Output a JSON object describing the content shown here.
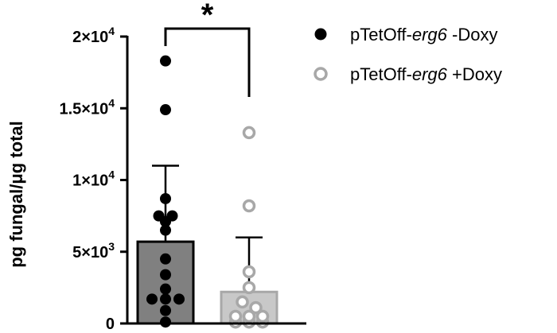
{
  "chart_data": {
    "type": "bar",
    "ylabel": "pg fungal/μg total",
    "ylim": [
      0,
      20000
    ],
    "yticks": [
      {
        "value": 0,
        "label": "0"
      },
      {
        "value": 5000,
        "label": "5×10",
        "exp": "3"
      },
      {
        "value": 10000,
        "label": "1×10",
        "exp": "4"
      },
      {
        "value": 15000,
        "label": "1.5×10",
        "exp": "4"
      },
      {
        "value": 20000,
        "label": "2×10",
        "exp": "4"
      }
    ],
    "grid": false,
    "legend_position": "top-right",
    "significance": "*",
    "series": [
      {
        "name_prefix": "pTetOff-",
        "name_gene": "erg6",
        "name_suffix": "  -Doxy",
        "mean": 5700,
        "error": 5300,
        "bar_color": "#808080",
        "marker": "filled",
        "marker_color": "#000000",
        "points": [
          18300,
          14900,
          8700,
          7500,
          7500,
          7100,
          6500,
          4500,
          3400,
          2400,
          1700,
          1700,
          1700,
          900,
          100
        ]
      },
      {
        "name_prefix": "pTetOff-",
        "name_gene": "erg6",
        "name_suffix": " +Doxy",
        "mean": 2200,
        "error": 3800,
        "bar_color": "#c8c8c8",
        "marker": "open",
        "marker_color": "#a8a8a8",
        "points": [
          13300,
          8200,
          3600,
          2500,
          1500,
          1100,
          500,
          500,
          500,
          100,
          100,
          100
        ]
      }
    ]
  }
}
